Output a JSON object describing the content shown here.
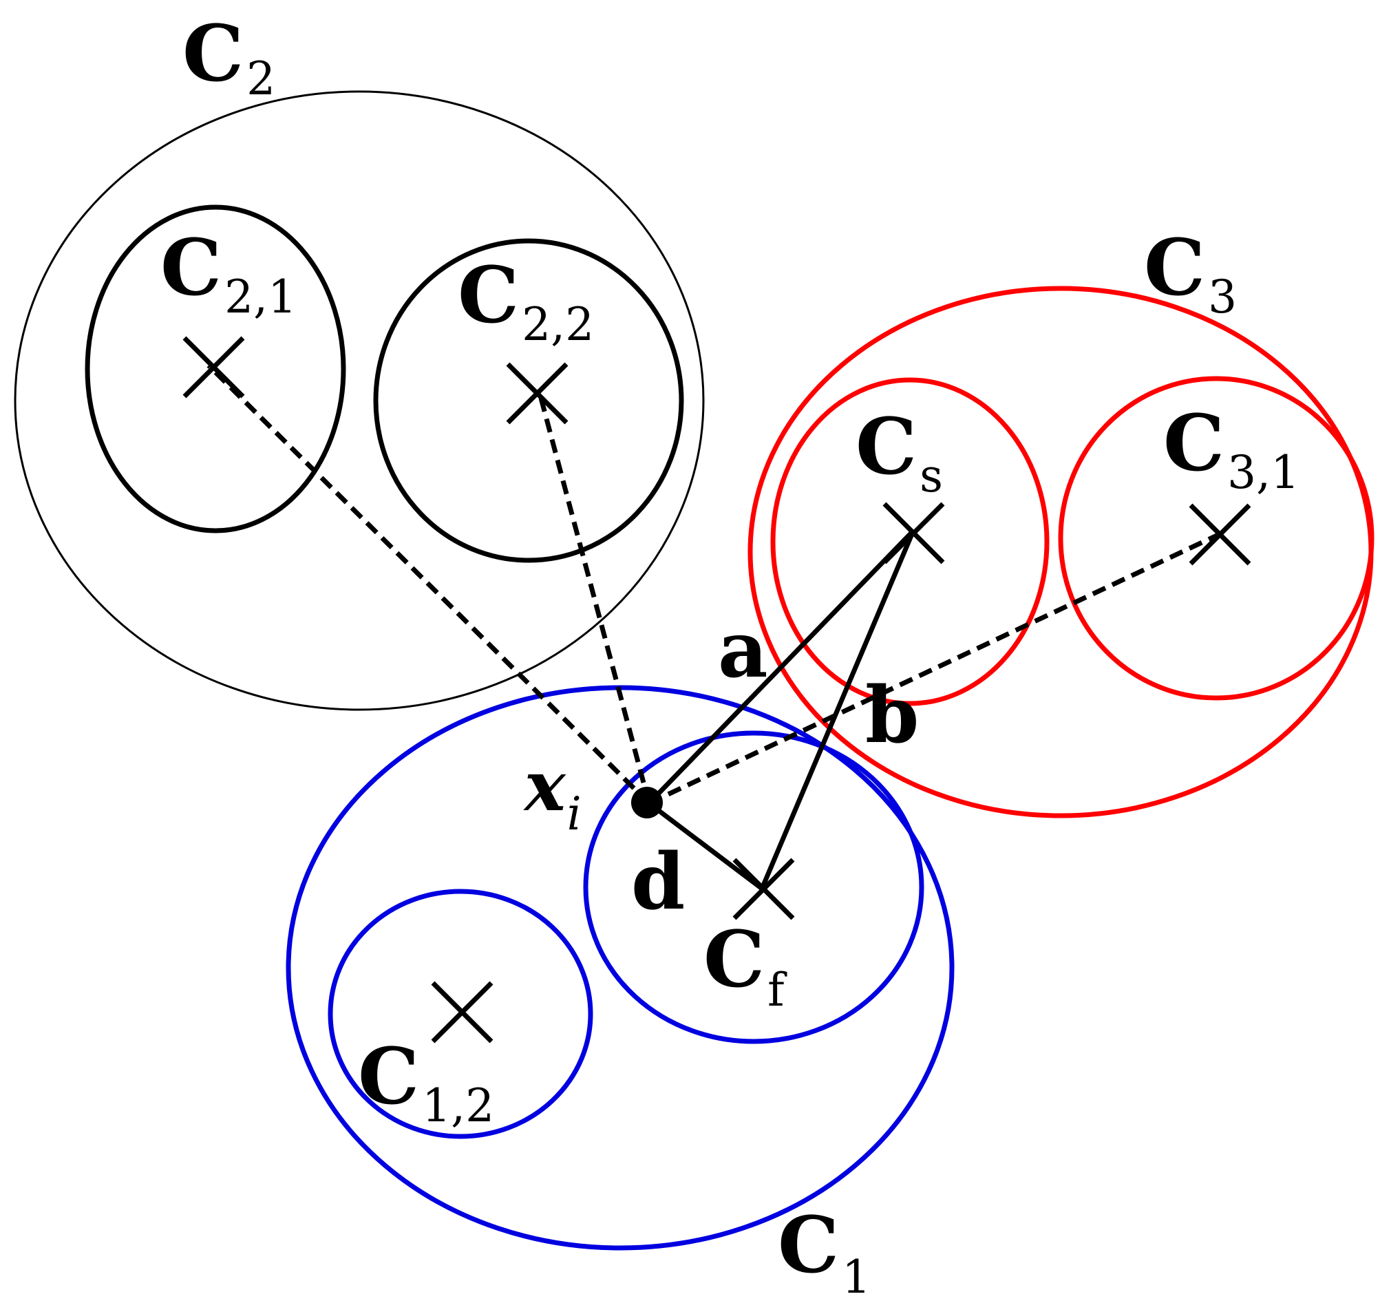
{
  "colors": {
    "black": "#000000",
    "red": "#ff0000",
    "blue": "#0000e0",
    "background": "#ffffff"
  },
  "labels": {
    "c2": {
      "main": "C",
      "sub": "2"
    },
    "c21": {
      "main": "C",
      "sub": "2,1"
    },
    "c22": {
      "main": "C",
      "sub": "2,2"
    },
    "c3": {
      "main": "C",
      "sub": "3"
    },
    "cs": {
      "main": "C",
      "sub": "s"
    },
    "c31": {
      "main": "C",
      "sub": "3,1"
    },
    "cf": {
      "main": "C",
      "sub": "f"
    },
    "c12": {
      "main": "C",
      "sub": "1,2"
    },
    "c1": {
      "main": "C",
      "sub": "1"
    },
    "xi": {
      "main": "x",
      "sub": "i"
    },
    "edge_a": "a",
    "edge_b": "b",
    "edge_d": "d"
  }
}
